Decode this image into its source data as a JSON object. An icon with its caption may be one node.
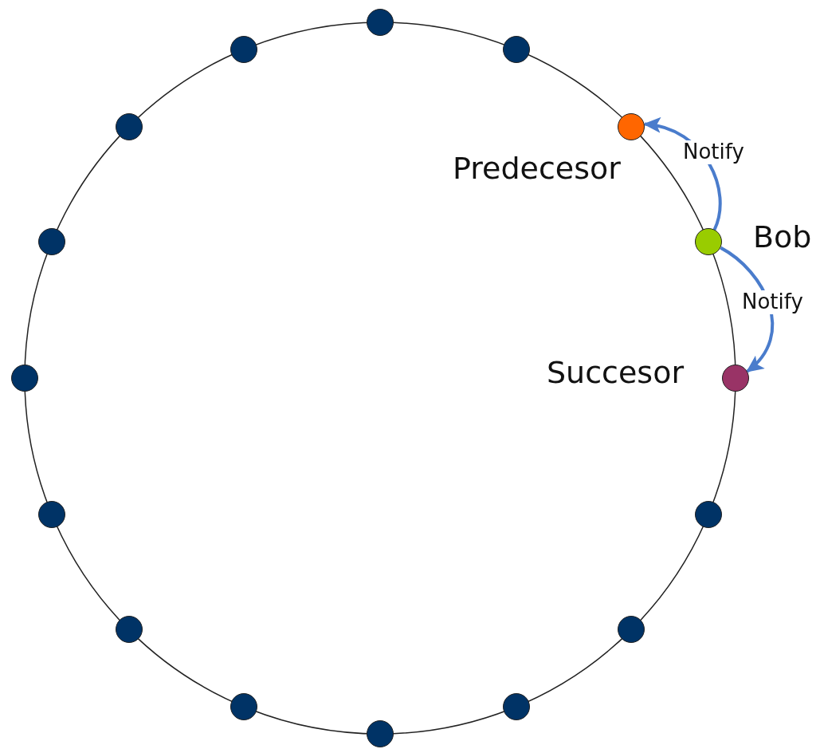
{
  "diagram": {
    "nodes": [
      {
        "text": [],
        "shape": "circle"
      },
      {
        "text": [],
        "shape": "circle"
      },
      {
        "text": [],
        "shape": "circle",
        "beside": [
          "Predecesor"
        ]
      },
      {
        "text": [],
        "shape": "circle",
        "beside": [
          "Bob"
        ]
      },
      {
        "text": [],
        "shape": "circle",
        "beside": [
          "Succesor"
        ]
      },
      {
        "text": [],
        "shape": "circle"
      },
      {
        "text": [],
        "shape": "circle"
      },
      {
        "text": [],
        "shape": "circle"
      },
      {
        "text": [],
        "shape": "circle"
      },
      {
        "text": [],
        "shape": "circle"
      },
      {
        "text": [],
        "shape": "circle"
      },
      {
        "text": [],
        "shape": "circle"
      },
      {
        "text": [],
        "shape": "circle"
      },
      {
        "text": [],
        "shape": "circle"
      },
      {
        "text": [],
        "shape": "circle"
      },
      {
        "text": [],
        "shape": "circle"
      }
    ],
    "edges": [
      {
        "from": 3,
        "to": 2,
        "arrow": "to",
        "label": "Notify"
      },
      {
        "from": 3,
        "to": 4,
        "arrow": "to",
        "label": "Notify"
      }
    ]
  }
}
